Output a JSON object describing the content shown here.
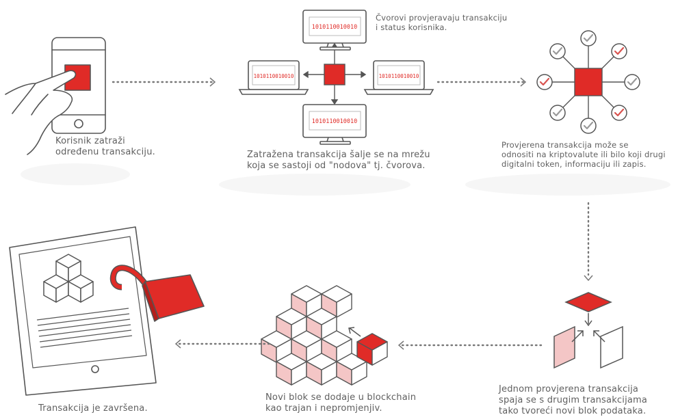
{
  "colors": {
    "accent": "#e02b27",
    "accent_light": "#f4c6c6",
    "stroke": "#555555",
    "check_red": "#d9534f",
    "check_gray": "#9a9a9a",
    "text": "#5f5f5f"
  },
  "steps": {
    "request": {
      "caption": "Korisnik zatraži\nodređenu transakciju."
    },
    "network": {
      "caption": "Zatražena transakcija šalje se na mrežu\nkoja se sastoji od \"nodova\" tj. čvorova.",
      "nodes_caption": "Čvorovi provjeravaju transakciju\ni status korisnika.",
      "binary_text": "1010110010010"
    },
    "validated": {
      "caption": "Provjerena transakcija može se\nodnositi na kriptovalute ili bilo koji drugi\ndigitalni token, informaciju ili zapis."
    },
    "combined": {
      "caption": "Jednom provjerena transakcija\nspaja se s drugim transakcijama\ntako tvoreći novi blok podataka."
    },
    "added": {
      "caption": "Novi blok se dodaje u blockchain\nkao trajan i nepromjenjiv."
    },
    "complete": {
      "caption": "Transakcija je završena."
    }
  },
  "icons": {
    "phone": "smartphone-hand-icon",
    "laptop": "laptop-icon",
    "monitor": "desktop-computer-icon",
    "check": "checkmark-circle-icon",
    "cube": "cube-icon",
    "lock": "open-padlock-icon",
    "tablet": "tablet-icon"
  }
}
